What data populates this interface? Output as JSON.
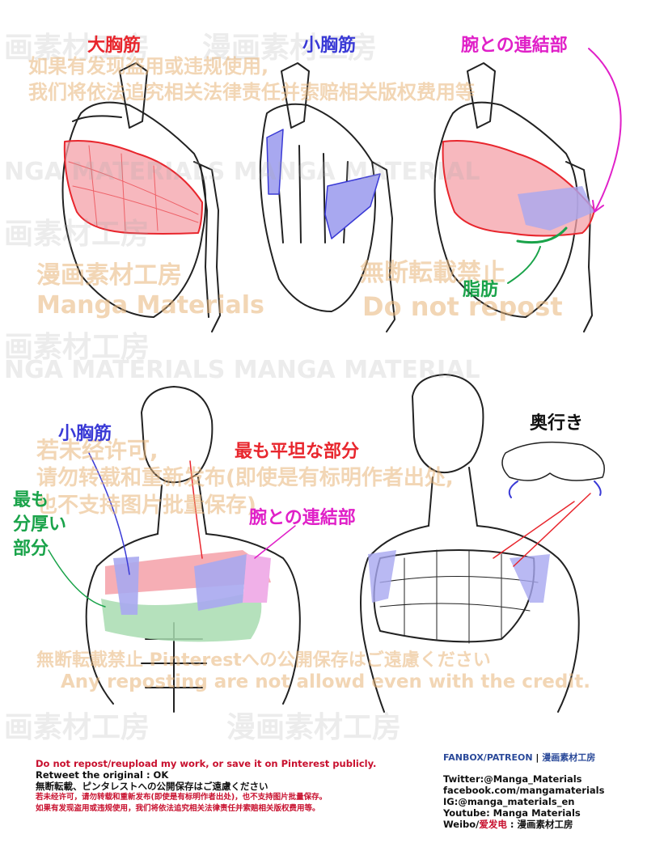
{
  "labels": {
    "pec_major": "大胸筋",
    "pec_minor_top": "小胸筋",
    "arm_connection_top": "腕との連結部",
    "fat": "脂肪",
    "pec_minor_bottom": "小胸筋",
    "flattest_part": "最も平坦な部分",
    "arm_connection_bottom": "腕との連結部",
    "thickest_1": "最も",
    "thickest_2": "分厚い",
    "thickest_3": "部分",
    "depth": "奥行き"
  },
  "watermarks": {
    "cn_top_1": "如果有发现盗用或违规使用,",
    "cn_top_2": "我们将依法追究相关法律责任并索赔相关版权费用等",
    "studio_cn": "漫画素材工房",
    "studio_en": "Manga Materials",
    "no_repost_jp": "無断転載禁止",
    "no_repost_en": "Do not repost",
    "cn_mid_1": "若未经许可,",
    "cn_mid_2": "请勿转载和重新发布(即使是有标明作者出处,",
    "cn_mid_3": "也不支持图片批量保存)",
    "jp_bottom": "無断転載禁止 Pinterestへの公開保存はご遠慮ください",
    "en_bottom": "Any reposting are not allowd even with the credit.",
    "bg_jp": "画素材工房",
    "bg_jp2": "漫画素材工房",
    "bg_en": "NGA MATERIALS MANGA MATERIAL"
  },
  "footer": {
    "left": [
      {
        "text": "Do not repost/reupload my work, or save it on Pinterest publicly.",
        "color": "#c8102e"
      },
      {
        "text": "Retweet the original : OK",
        "color": "#111111"
      },
      {
        "text": "無断転載、ピンタレストへの公開保存はご遠慮ください",
        "color": "#111111"
      },
      {
        "text": "若未经许可，请勿转载和重新发布(即使是有标明作者出处)，也不支持图片批量保存。",
        "color": "#c8102e"
      },
      {
        "text": "如果有发现盗用或违规使用，我们将依法追究相关法律责任并索赔相关版权费用等。",
        "color": "#c8102e"
      }
    ],
    "right_head_1": "FANBOX/PATREON",
    "right_head_sep": " | ",
    "right_head_2": "漫画素材工房",
    "twitter": "Twitter:@Manga_Materials",
    "facebook": "facebook.com/mangamaterials",
    "instagram": "IG:@manga_materials_en",
    "youtube": "Youtube: Manga Materials",
    "weibo_1": "Weibo/",
    "weibo_2": "爱发电",
    "weibo_3": " : 漫画素材工房"
  },
  "colors": {
    "red": "#e8262d",
    "blue": "#3a3ad6",
    "magenta": "#e020c8",
    "green": "#1aa34a",
    "pink_fill": "#f4a0a8",
    "blue_fill": "#a8a8f0",
    "green_fill": "#a8dcb0",
    "footer_red": "#c8102e",
    "footer_blue": "#2b4a9a"
  }
}
